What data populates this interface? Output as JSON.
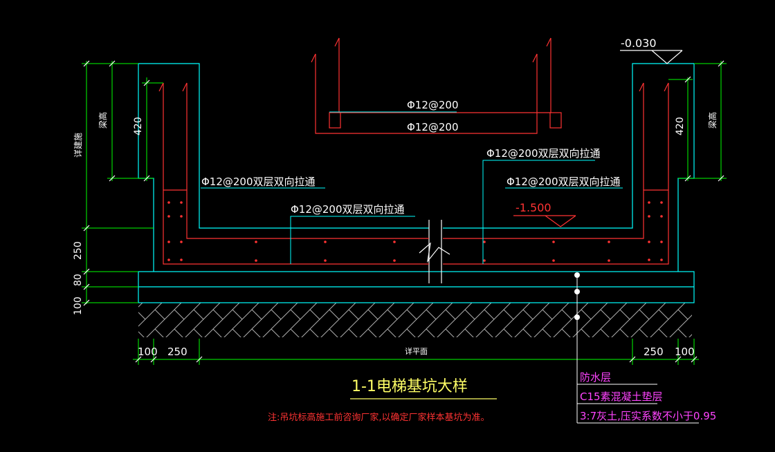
{
  "drawing": {
    "title": "1-1电梯基坑大样",
    "note": "注:吊坑标高施工前咨询厂家,以确定厂家样本基坑为准。",
    "levels": {
      "top": "-0.030",
      "pit": "-1.500"
    },
    "rebar": {
      "upper_top": "Φ12@200",
      "upper_bottom": "Φ12@200",
      "left_wall": "Φ12@200双层双向拉通",
      "bottom_slab": "Φ12@200双层双向拉通",
      "right_upper": "Φ12@200双层双向拉通",
      "right_lower": "Φ12@200双层双向拉通"
    },
    "dimensions": {
      "left_outer": "详建施",
      "left_inner": "梁高",
      "left_420": "420",
      "right_420": "420",
      "right_inner": "梁高",
      "v_250": "250",
      "v_80": "80",
      "v_100": "100",
      "h_100_left": "100",
      "h_250_left": "250",
      "h_center": "详平面",
      "h_250_right": "250",
      "h_100_right": "100"
    },
    "layers": [
      "防水层",
      "C15素混凝土垫层",
      "3:7灰土,压实系数不小于0.95"
    ],
    "colors": {
      "background": "#000000",
      "outline": "#00ffff",
      "rebar": "#ff3333",
      "dimension": "#00ff00",
      "text": "#ffffff",
      "title": "#ffff66",
      "layer_text": "#ff44ff"
    }
  }
}
